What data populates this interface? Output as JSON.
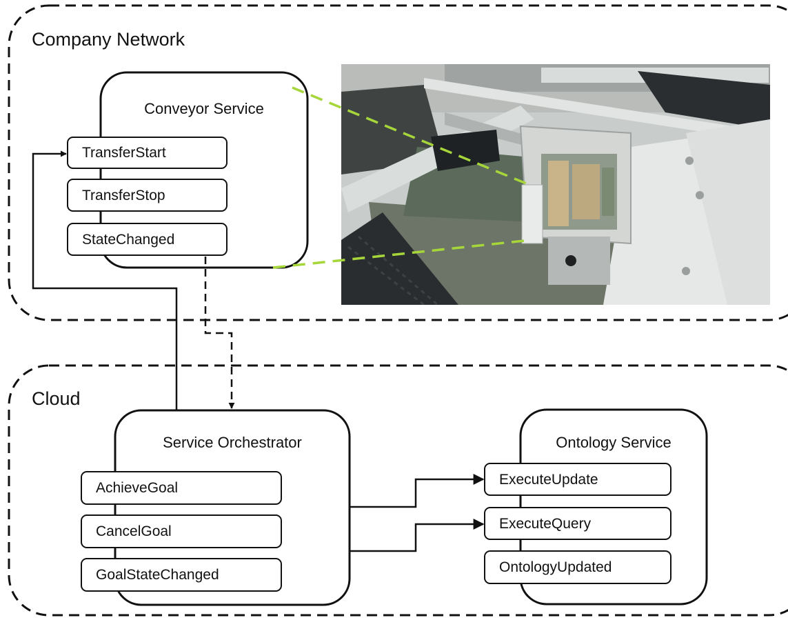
{
  "zones": {
    "company_network": {
      "label": "Company Network"
    },
    "cloud": {
      "label": "Cloud"
    }
  },
  "services": {
    "conveyor": {
      "title": "Conveyor Service",
      "operations": [
        "TransferStart",
        "TransferStop",
        "StateChanged"
      ]
    },
    "orchestrator": {
      "title": "Service Orchestrator",
      "operations": [
        "AchieveGoal",
        "CancelGoal",
        "GoalStateChanged"
      ]
    },
    "ontology": {
      "title": "Ontology Service",
      "operations": [
        "ExecuteUpdate",
        "ExecuteQuery",
        "OntologyUpdated"
      ]
    }
  },
  "photo": {
    "subject": "conveyor module with control box"
  },
  "colors": {
    "stroke": "#111111",
    "callout_dash": "#a6d63a"
  }
}
